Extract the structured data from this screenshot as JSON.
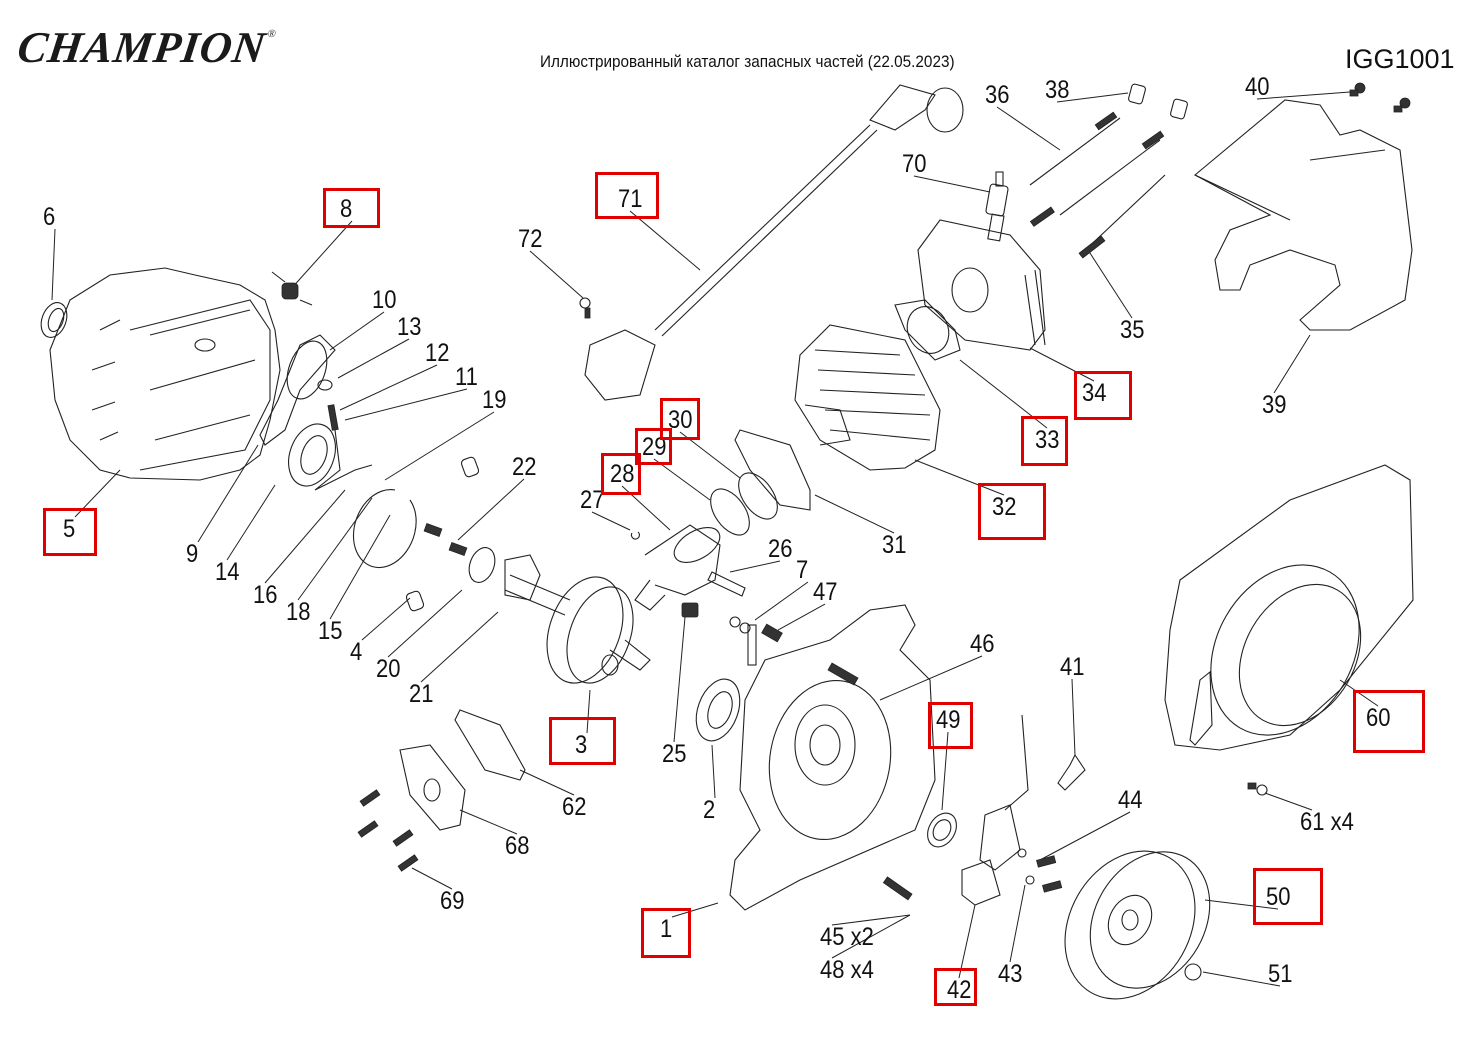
{
  "header": {
    "brand": "CHAMPION",
    "registered_mark": "®",
    "catalog_title": "Иллюстрированный каталог запасных частей (22.05.2023)",
    "model": "IGG1001"
  },
  "colors": {
    "highlight_box": "#e00000",
    "line": "#222222",
    "text": "#111111",
    "background": "#ffffff"
  },
  "callouts": [
    {
      "id": "1",
      "text": "1",
      "highlighted": true
    },
    {
      "id": "2",
      "text": "2",
      "highlighted": false
    },
    {
      "id": "3",
      "text": "3",
      "highlighted": true
    },
    {
      "id": "4",
      "text": "4",
      "highlighted": false
    },
    {
      "id": "5",
      "text": "5",
      "highlighted": true
    },
    {
      "id": "6",
      "text": "6",
      "highlighted": false
    },
    {
      "id": "7",
      "text": "7",
      "highlighted": false
    },
    {
      "id": "8",
      "text": "8",
      "highlighted": true
    },
    {
      "id": "9",
      "text": "9",
      "highlighted": false
    },
    {
      "id": "10",
      "text": "10",
      "highlighted": false
    },
    {
      "id": "11",
      "text": "11",
      "highlighted": false
    },
    {
      "id": "12",
      "text": "12",
      "highlighted": false
    },
    {
      "id": "13",
      "text": "13",
      "highlighted": false
    },
    {
      "id": "14",
      "text": "14",
      "highlighted": false
    },
    {
      "id": "15",
      "text": "15",
      "highlighted": false
    },
    {
      "id": "16",
      "text": "16",
      "highlighted": false
    },
    {
      "id": "18",
      "text": "18",
      "highlighted": false
    },
    {
      "id": "19",
      "text": "19",
      "highlighted": false
    },
    {
      "id": "20",
      "text": "20",
      "highlighted": false
    },
    {
      "id": "21",
      "text": "21",
      "highlighted": false
    },
    {
      "id": "22",
      "text": "22",
      "highlighted": false
    },
    {
      "id": "25",
      "text": "25",
      "highlighted": false
    },
    {
      "id": "26",
      "text": "26",
      "highlighted": false
    },
    {
      "id": "27",
      "text": "27",
      "highlighted": false
    },
    {
      "id": "28",
      "text": "28",
      "highlighted": true
    },
    {
      "id": "29",
      "text": "29",
      "highlighted": true
    },
    {
      "id": "30",
      "text": "30",
      "highlighted": true
    },
    {
      "id": "31",
      "text": "31",
      "highlighted": false
    },
    {
      "id": "32",
      "text": "32",
      "highlighted": true
    },
    {
      "id": "33",
      "text": "33",
      "highlighted": true
    },
    {
      "id": "34",
      "text": "34",
      "highlighted": true
    },
    {
      "id": "35",
      "text": "35",
      "highlighted": false
    },
    {
      "id": "36",
      "text": "36",
      "highlighted": false
    },
    {
      "id": "38",
      "text": "38",
      "highlighted": false
    },
    {
      "id": "39",
      "text": "39",
      "highlighted": false
    },
    {
      "id": "40",
      "text": "40",
      "highlighted": false
    },
    {
      "id": "41",
      "text": "41",
      "highlighted": false
    },
    {
      "id": "42",
      "text": "42",
      "highlighted": true
    },
    {
      "id": "43",
      "text": "43",
      "highlighted": false
    },
    {
      "id": "44",
      "text": "44",
      "highlighted": false
    },
    {
      "id": "45",
      "text": "45 x2",
      "highlighted": false
    },
    {
      "id": "46",
      "text": "46",
      "highlighted": false
    },
    {
      "id": "47",
      "text": "47",
      "highlighted": false
    },
    {
      "id": "48",
      "text": "48 x4",
      "highlighted": false
    },
    {
      "id": "49",
      "text": "49",
      "highlighted": true
    },
    {
      "id": "50",
      "text": "50",
      "highlighted": true
    },
    {
      "id": "51",
      "text": "51",
      "highlighted": false
    },
    {
      "id": "60",
      "text": "60",
      "highlighted": true
    },
    {
      "id": "61",
      "text": "61 x4",
      "highlighted": false
    },
    {
      "id": "62",
      "text": "62",
      "highlighted": false
    },
    {
      "id": "68",
      "text": "68",
      "highlighted": false
    },
    {
      "id": "69",
      "text": "69",
      "highlighted": false
    },
    {
      "id": "70",
      "text": "70",
      "highlighted": false
    },
    {
      "id": "71",
      "text": "71",
      "highlighted": true
    },
    {
      "id": "72",
      "text": "72",
      "highlighted": false
    }
  ]
}
